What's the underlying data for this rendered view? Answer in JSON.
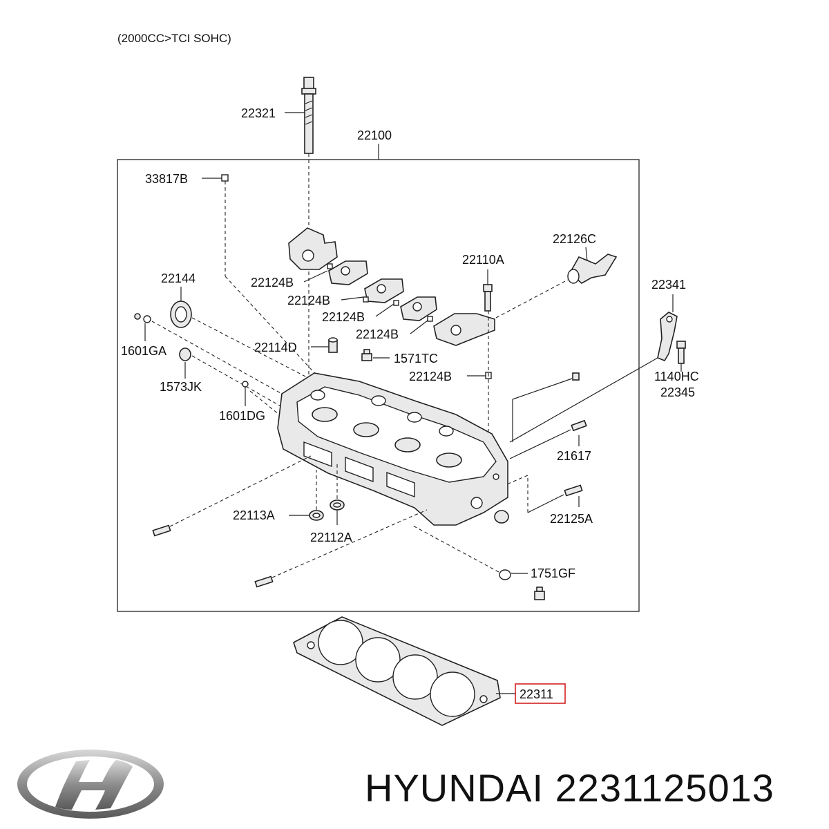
{
  "diagram": {
    "subtitle": "(2000CC>TCI SOHC)",
    "highlight_color": "#d21f1f",
    "labels": {
      "p22321": "22321",
      "p22100": "22100",
      "p33817B": "33817B",
      "p22126C": "22126C",
      "p22110A": "22110A",
      "p22144": "22144",
      "p22124B_1": "22124B",
      "p22124B_2": "22124B",
      "p22124B_3": "22124B",
      "p22124B_4": "22124B",
      "p22124B_5": "22124B",
      "p22341": "22341",
      "p1601GA": "1601GA",
      "p22114D": "22114D",
      "p1571TC": "1571TC",
      "p1573JK": "1573JK",
      "p1140HC": "1140HC",
      "p22345": "22345",
      "p1601DG": "1601DG",
      "p21617": "21617",
      "p22113A": "22113A",
      "p22125A": "22125A",
      "p22112A": "22112A",
      "p1751GF": "1751GF",
      "p22311": "22311"
    }
  },
  "footer": {
    "brand": "HYUNDAI",
    "part_number": "2231125013",
    "logo_icon": "hyundai-logo-icon"
  }
}
